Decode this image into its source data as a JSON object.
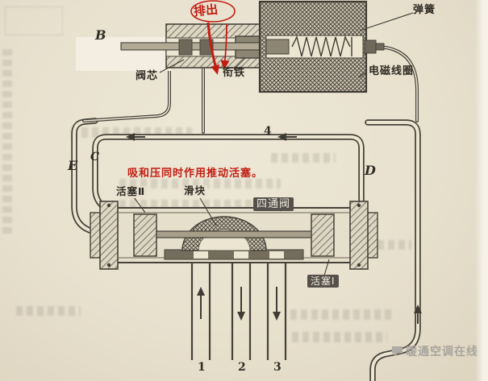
{
  "colors": {
    "paper": "#e9e2d0",
    "ink": "#46423a",
    "red": "#c21d12",
    "dark_label_bg": "#55514a"
  },
  "pilot": {
    "b": "B",
    "valve_core": "阀芯",
    "armature": "衔铁",
    "spring": "弹簧",
    "coil": "电磁线圈",
    "red_note": "排出"
  },
  "main": {
    "e": "E",
    "c": "C",
    "d": "D",
    "n4": "4",
    "red_annotation": "吸和压同时作用推动活塞。",
    "piston2": "活塞Ⅱ",
    "slider": "滑块",
    "valve_name": "四通阀",
    "piston1": "活塞Ⅰ",
    "port1": "1",
    "port2": "2",
    "port3": "3"
  },
  "watermark": "暖通空调在线"
}
